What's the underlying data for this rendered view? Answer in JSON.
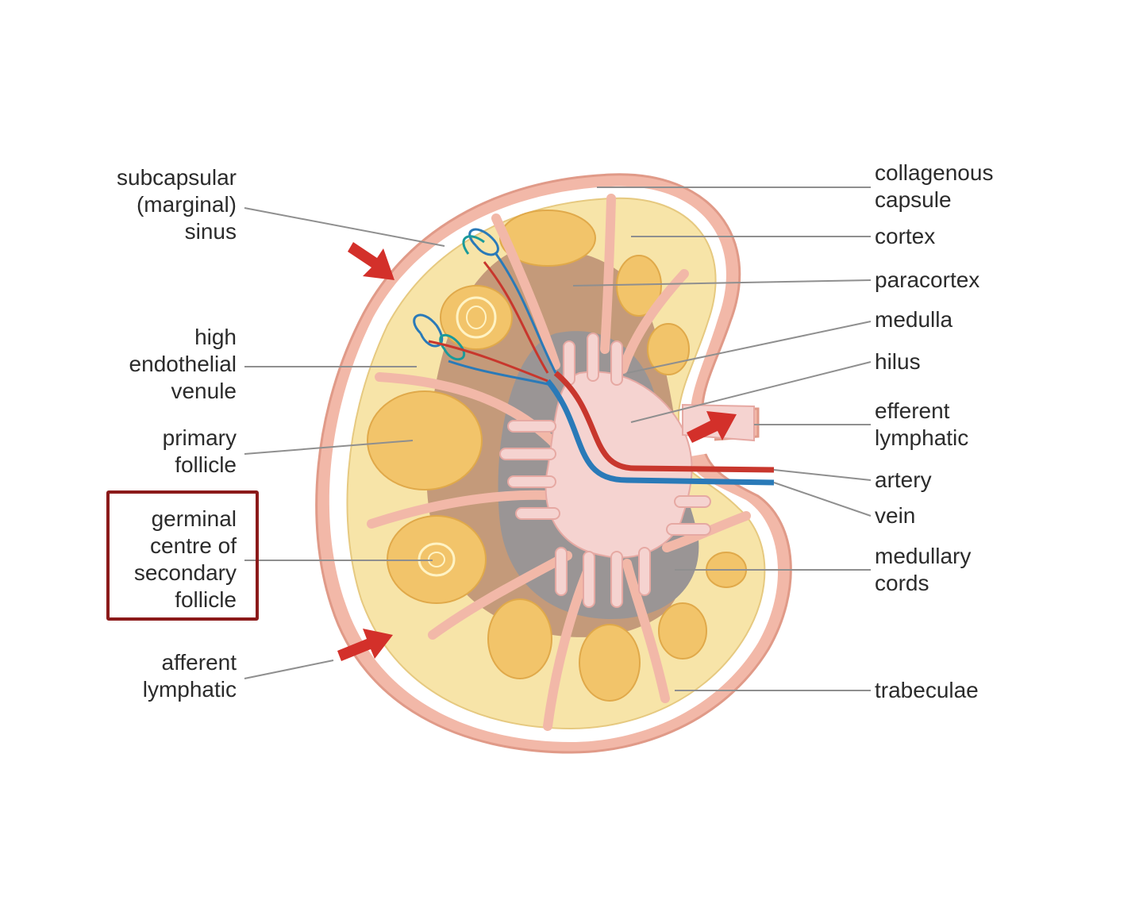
{
  "colors": {
    "capsule": "#f2b8a8",
    "capsule_stroke": "#e09a88",
    "sinus": "#ffffff",
    "cortex": "#f7e4a8",
    "follicle": "#f2c46a",
    "paracortex": "#c49a7a",
    "medulla": "#9a9595",
    "medullary_center": "#f5d3d0",
    "artery": "#c8372d",
    "vein": "#2a7ab8",
    "arrow": "#d3302a",
    "highlight_box": "#8b1a1a",
    "leader_line": "#8f8f8f"
  },
  "labels": {
    "subcapsular_sinus": "subcapsular\n(marginal)\nsinus",
    "high_endothelial_venule": "high\nendothelial\nvenule",
    "primary_follicle": "primary\nfollicle",
    "germinal_centre": "germinal\ncentre of\nsecondary\nfollicle",
    "afferent_lymphatic": "afferent\nlymphatic",
    "collagenous_capsule": "collagenous\ncapsule",
    "cortex": "cortex",
    "paracortex": "paracortex",
    "medulla": "medulla",
    "hilus": "hilus",
    "efferent_lymphatic": "efferent\nlymphatic",
    "artery": "artery",
    "vein": "vein",
    "medullary_cords": "medullary\ncords",
    "trabeculae": "trabeculae"
  }
}
